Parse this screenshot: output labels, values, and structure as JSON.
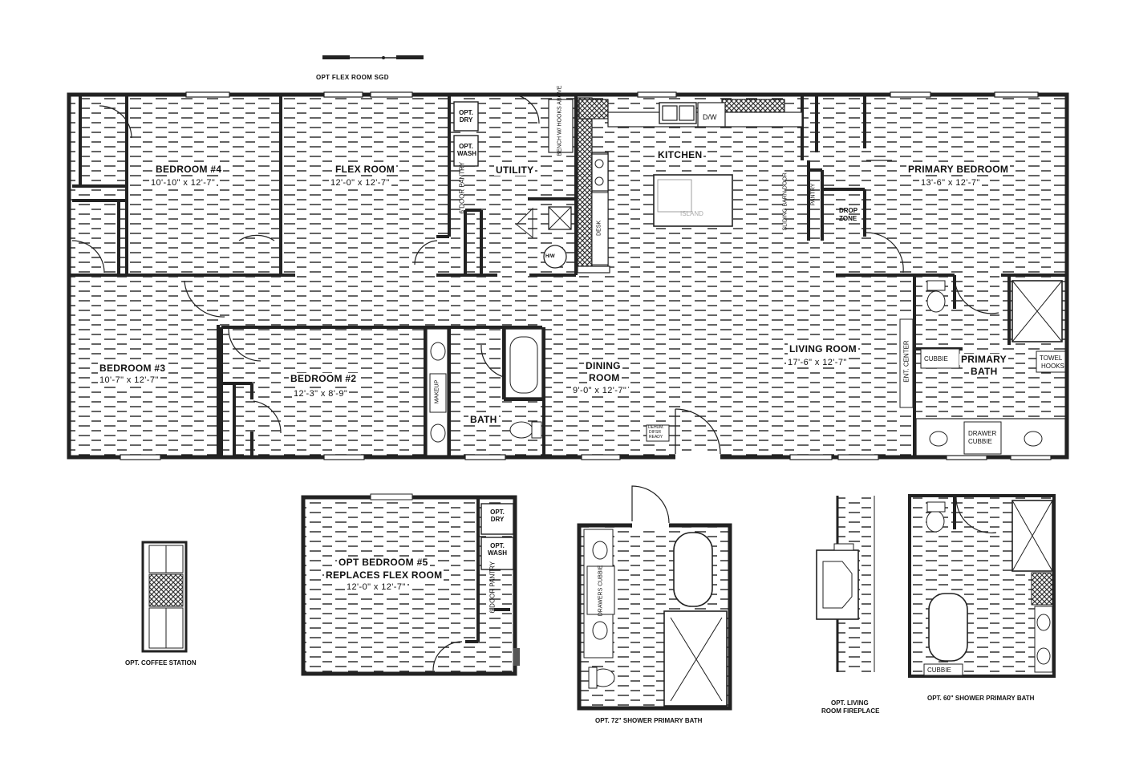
{
  "title": "",
  "option_labels": {
    "flex_sgd": "OPT FLEX ROOM SGD",
    "coffee": "OPT. COFFEE STATION",
    "shower72": "OPT. 72\" SHOWER PRIMARY BATH",
    "fireplace_1": "OPT. LIVING",
    "fireplace_2": "ROOM FIREPLACE",
    "shower60": "OPT. 60\" SHOWER PRIMARY BATH"
  },
  "rooms": {
    "bedroom4": {
      "name": "BEDROOM #4",
      "size": "10'-10\" x 12'-7\""
    },
    "flex": {
      "name": "FLEX ROOM",
      "size": "12'-0\" x 12'-7\""
    },
    "utility": {
      "name": "UTILITY"
    },
    "kitchen": {
      "name": "KITCHEN"
    },
    "primary_bedroom": {
      "name": "PRIMARY BEDROOM",
      "size": "13'-6\" x 12'-7\""
    },
    "bedroom3": {
      "name": "BEDROOM #3",
      "size": "10'-7\" x 12'-7\""
    },
    "bedroom2": {
      "name": "BEDROOM #2",
      "size": "12'-3\" x 8'-9\""
    },
    "bath": {
      "name": "BATH"
    },
    "dining": {
      "name1": "DINING",
      "name2": "ROOM",
      "size": "9'-0\" x 12'-7\""
    },
    "living": {
      "name": "LIVING ROOM",
      "size": "17'-6\" x 12'-7\""
    },
    "primary_bath": {
      "name1": "PRIMARY",
      "name2": "BATH"
    },
    "opt_bedroom5": {
      "name1": "OPT BEDROOM #5",
      "name2": "REPLACES FLEX ROOM",
      "size": "12'-0\" x 12'-7\""
    }
  },
  "fixtures": {
    "opt_dry": "OPT. DRY",
    "opt_wash": "OPT. WASH",
    "pantry6": "6 DOOR PANTRY",
    "bench": "BENCH W/ HOOKS ABOVE",
    "dw": "D/W",
    "island": "ISLAND",
    "desk": "DESK",
    "barn_door": "SLIDING BARN DOOR",
    "pantry": "PANTRY",
    "drop_zone_1": "DROP",
    "drop_zone_2": "ZONE",
    "makeup": "MAKEUP",
    "ent_center": "ENT. CENTER",
    "cubbie": "CUBBIE",
    "towel_1": "TOWEL",
    "towel_2": "HOOKS",
    "drawer_cubbie_1": "DRAWER",
    "drawer_cubbie_2": "CUBBIE",
    "drawers_cubbie": "DRAWERS CUBBIE",
    "hw": "H/W",
    "vent_1": "DEHUM.",
    "vent_2": "DIFSR",
    "vent_3": "READY"
  }
}
